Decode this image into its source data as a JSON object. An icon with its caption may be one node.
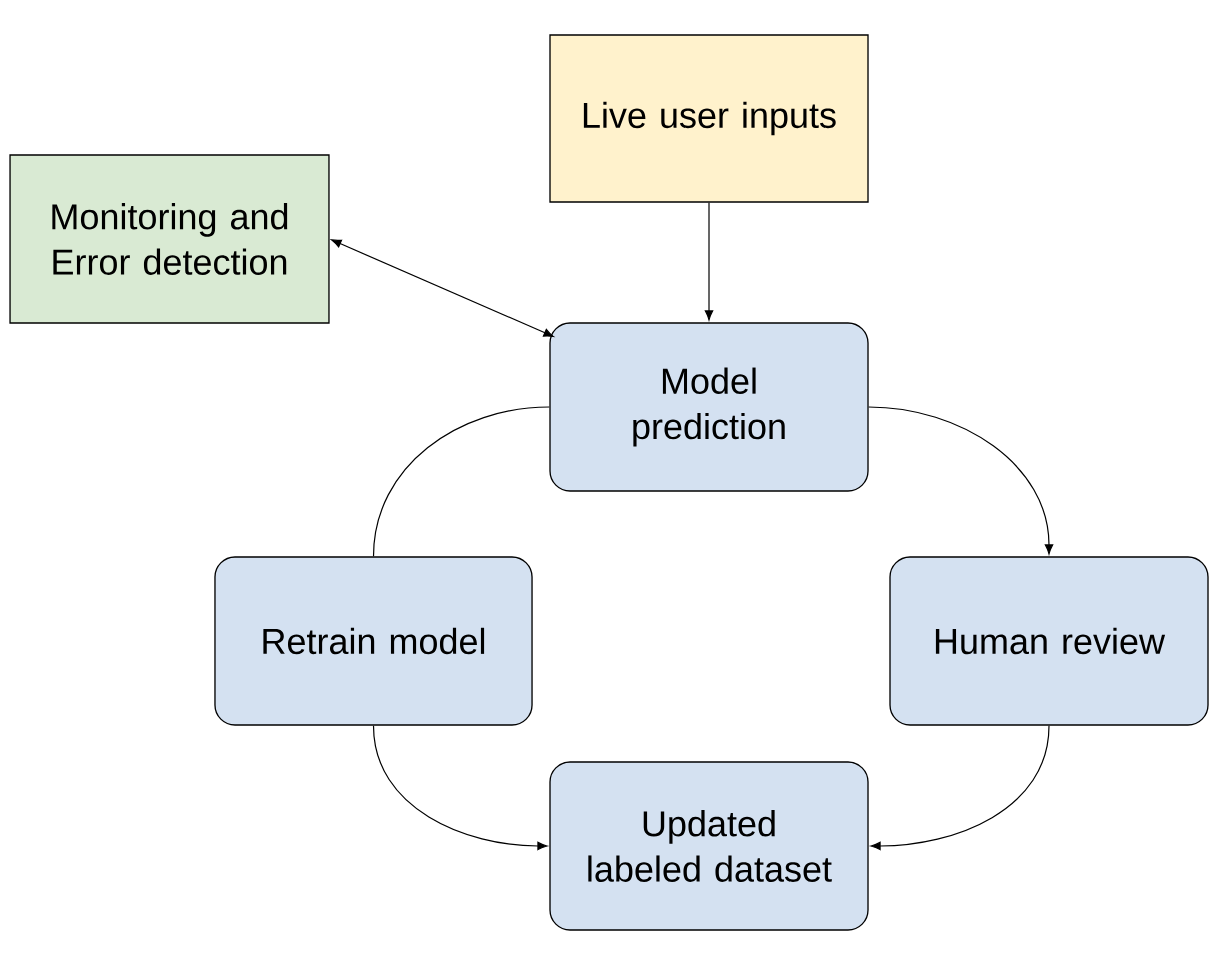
{
  "diagram": {
    "nodes": [
      {
        "text": [
          "Live user inputs"
        ]
      },
      {
        "text": [
          "Monitoring and Error detection"
        ]
      },
      {
        "text": [
          "Model prediction"
        ]
      },
      {
        "text": [
          "Retrain model"
        ]
      },
      {
        "text": [
          "Human review"
        ]
      },
      {
        "text": [
          "Updated labeled dataset"
        ]
      }
    ],
    "edges": [
      {
        "from": 0,
        "to": 2,
        "arrow": "to"
      },
      {
        "from": 1,
        "to": 2,
        "arrow": "both"
      },
      {
        "from": 2,
        "to": 4,
        "arrow": "to"
      },
      {
        "from": 4,
        "to": 5,
        "arrow": "to"
      },
      {
        "from": 3,
        "to": 5,
        "arrow": "to"
      },
      {
        "from": 2,
        "to": 3,
        "arrow": "none"
      }
    ]
  }
}
